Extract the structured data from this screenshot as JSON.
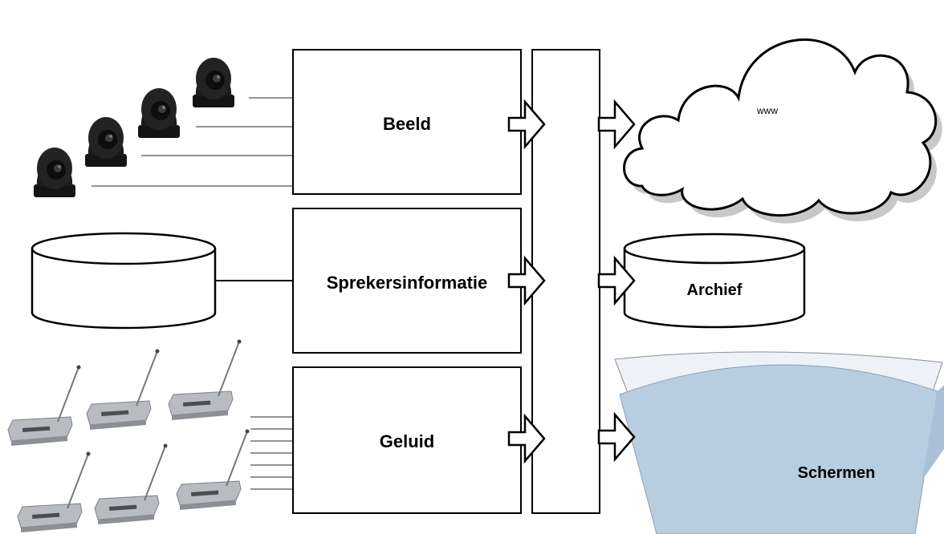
{
  "blocks": {
    "beeld": "Beeld",
    "sprekersinformatie": "Sprekersinformatie",
    "geluid": "Geluid"
  },
  "outputs": {
    "www": "www",
    "archief": "Archief",
    "schermen": "Schermen"
  },
  "colors": {
    "stroke": "#000000",
    "screen_fill": "#b9cde0",
    "screen_back": "#eef2f6",
    "cloud_shadow": "#c8c8c8",
    "camera": "#1b1b1b",
    "mic_base": "#c9ccd0"
  },
  "icons": {
    "sources": [
      "camera-icon",
      "database-icon",
      "microphone-icon"
    ],
    "outputs": [
      "cloud-icon",
      "database-icon",
      "screen-icon"
    ]
  }
}
